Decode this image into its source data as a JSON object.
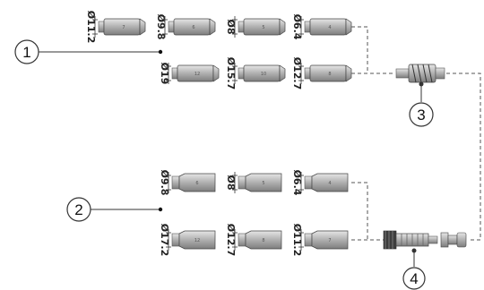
{
  "callouts": [
    "1",
    "2",
    "3",
    "4"
  ],
  "group1": {
    "row1": [
      {
        "dia": "Ø11.2",
        "size": "7"
      },
      {
        "dia": "Ø9.8",
        "size": "6"
      },
      {
        "dia": "Ø8",
        "size": "5"
      },
      {
        "dia": "Ø6.4",
        "size": "4"
      }
    ],
    "row2": [
      {
        "dia": "Ø19",
        "size": "12"
      },
      {
        "dia": "Ø15.7",
        "size": "10"
      },
      {
        "dia": "Ø12.7",
        "size": "8"
      }
    ]
  },
  "group2": {
    "row1": [
      {
        "dia": "Ø9.8",
        "size": "6"
      },
      {
        "dia": "Ø8",
        "size": "5"
      },
      {
        "dia": "Ø6.4",
        "size": "4"
      }
    ],
    "row2": [
      {
        "dia": "Ø17.2",
        "size": "12"
      },
      {
        "dia": "Ø12.7",
        "size": "8"
      },
      {
        "dia": "Ø11.2",
        "size": "7"
      }
    ]
  },
  "colors": {
    "nozzle_body": "#b8b8b8",
    "line": "#555555"
  }
}
